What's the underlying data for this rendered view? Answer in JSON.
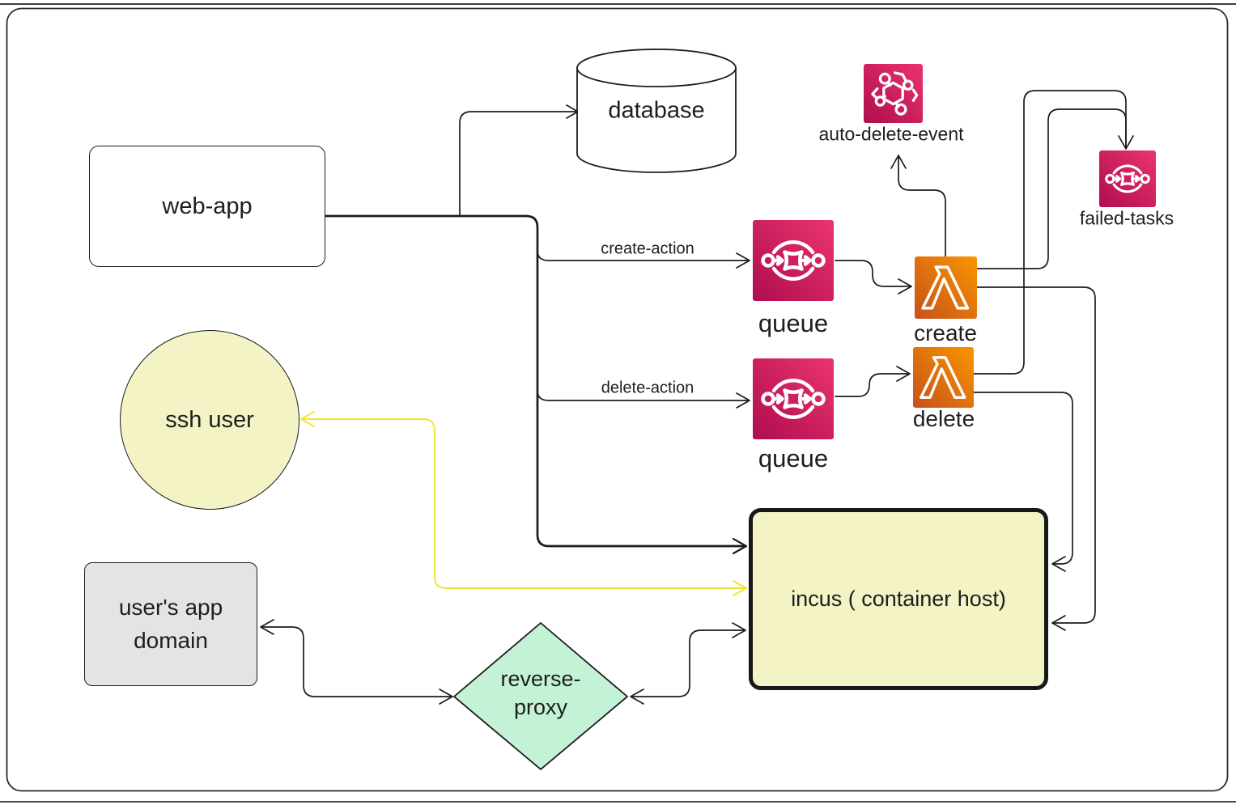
{
  "frame": {
    "border_color": "#2b2b2b",
    "window_edge_color": "#3d3d3d",
    "background": "#ffffff"
  },
  "colors": {
    "edge_stroke": "#1c1c1c",
    "yellow_edge": "#efe431",
    "node_yellow": "#f4f3c5",
    "node_mint": "#c4f2d6",
    "node_gray": "#e4e4e2",
    "node_white": "#ffffff",
    "pink_dark": "#b00d4f",
    "pink_light": "#e9346f",
    "orange_dark": "#c8511b",
    "orange_light": "#f99500"
  },
  "nodes": {
    "web_app": {
      "label": "web-app"
    },
    "database": {
      "label": "database"
    },
    "queue_create": {
      "label": "queue",
      "icon": "sqs-queue-icon"
    },
    "queue_delete": {
      "label": "queue",
      "icon": "sqs-queue-icon"
    },
    "lambda_create": {
      "label": "create",
      "icon": "lambda-icon"
    },
    "lambda_delete": {
      "label": "delete",
      "icon": "lambda-icon"
    },
    "auto_delete_event": {
      "label": "auto-delete-event",
      "icon": "event-bus-icon"
    },
    "failed_tasks": {
      "label": "failed-tasks",
      "icon": "sqs-queue-icon"
    },
    "ssh_user": {
      "label": "ssh user"
    },
    "incus": {
      "label": "incus ( container host)"
    },
    "users_app_domain": {
      "line1": "user's app",
      "line2": "domain"
    },
    "reverse_proxy": {
      "line1": "reverse-",
      "line2": "proxy"
    }
  },
  "edge_labels": {
    "create_action": "create-action",
    "delete_action": "delete-action"
  }
}
